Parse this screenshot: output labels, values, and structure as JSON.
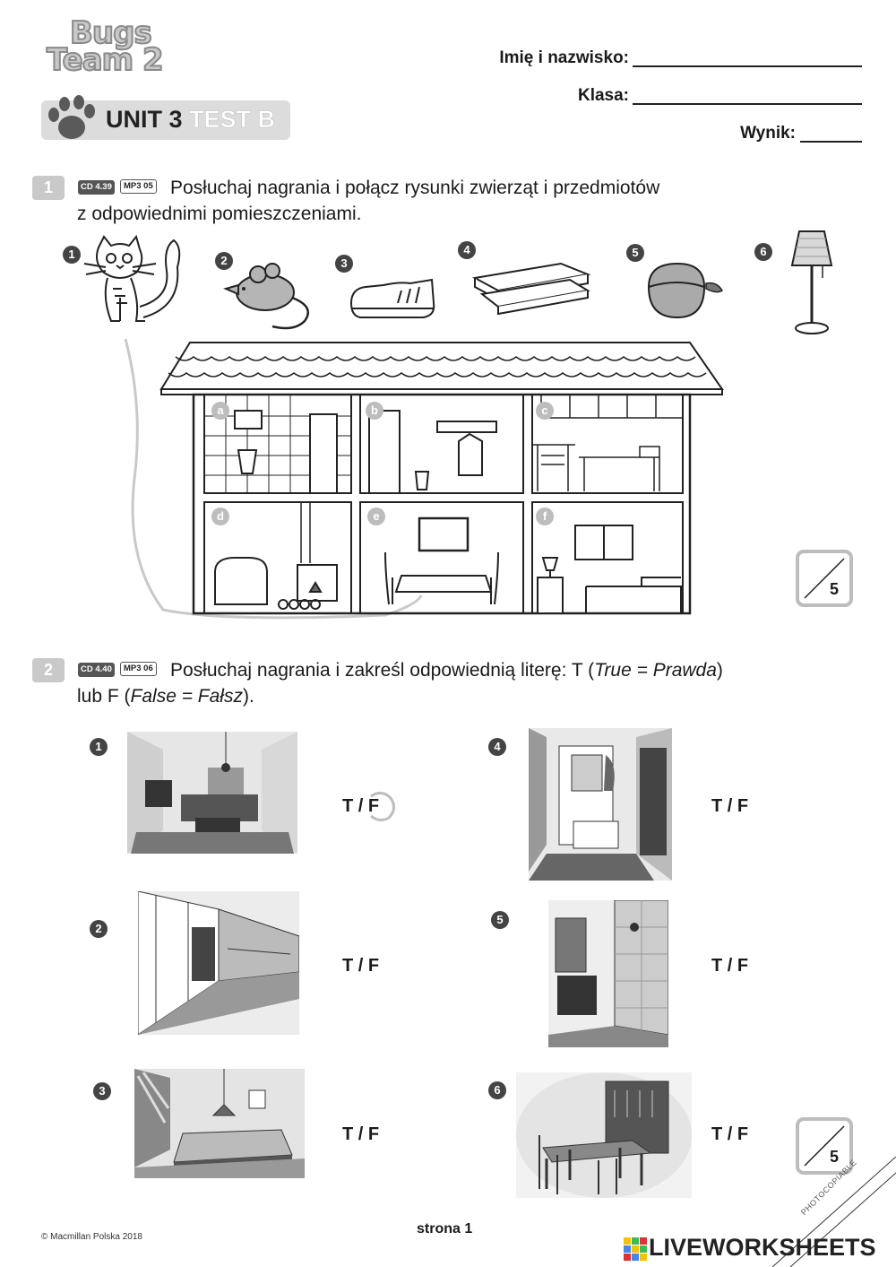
{
  "header": {
    "logo_line1": "Bugs",
    "logo_line2": "Team 2",
    "unit_label": "UNIT 3",
    "test_label": "TEST B",
    "name_label": "Imię i nazwisko:",
    "class_label": "Klasa:",
    "score_label": "Wynik:"
  },
  "exercise1": {
    "number": "1",
    "cd": "CD 4.39",
    "mp3": "MP3 05",
    "line1": "Posłuchaj nagrania i połącz rysunki zwierząt i przedmiotów",
    "line2": "z odpowiednimi pomieszczeniami.",
    "items": [
      "1",
      "2",
      "3",
      "4",
      "5",
      "6"
    ],
    "item_icons": [
      "cat-icon",
      "mouse-icon",
      "shoe-icon",
      "shelf-icon",
      "acorn-icon",
      "lamp-icon"
    ],
    "rooms": [
      "a",
      "b",
      "c",
      "d",
      "e",
      "f"
    ],
    "score_total": "5"
  },
  "exercise2": {
    "number": "2",
    "cd": "CD 4.40",
    "mp3": "MP3 06",
    "line1_prefix": "Posłuchaj nagrania i zakreśl odpowiednią literę: T (",
    "line1_italic": "True = Prawda",
    "line1_suffix": ")",
    "line2_prefix": "lub F (",
    "line2_italic": "False = Fałsz",
    "line2_suffix": ").",
    "items": [
      {
        "num": "1",
        "answer": "T / F",
        "t": "T",
        "sep": " / ",
        "f": "F",
        "example": true
      },
      {
        "num": "2",
        "answer": "T / F"
      },
      {
        "num": "3",
        "answer": "T / F"
      },
      {
        "num": "4",
        "answer": "T / F"
      },
      {
        "num": "5",
        "answer": "T / F"
      },
      {
        "num": "6",
        "answer": "T / F"
      }
    ],
    "score_total": "5"
  },
  "footer": {
    "copyright": "© Macmillan Polska 2018",
    "page": "strona 1",
    "photocopiable": "PHOTOCOPIABLE",
    "brand": "LIVEWORKSHEETS"
  }
}
